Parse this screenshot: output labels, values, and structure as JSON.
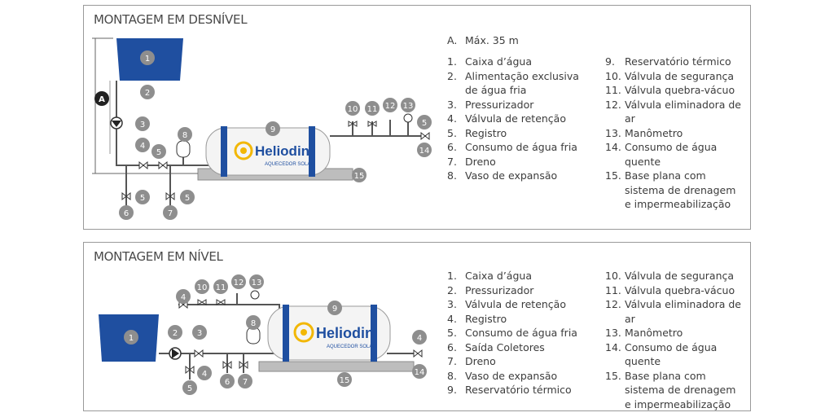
{
  "top": {
    "title": "MONTAGEM EM DESNÍVEL",
    "brand": {
      "name": "Heliodin",
      "tagline": "AQUECEDOR SOLAR"
    },
    "note": {
      "key": "A.",
      "text": "Máx. 35 m"
    },
    "marker_a": "A",
    "callouts": [
      "1",
      "2",
      "3",
      "4",
      "5",
      "5",
      "5",
      "5",
      "6",
      "7",
      "8",
      "9",
      "10",
      "11",
      "12",
      "13",
      "14",
      "15"
    ],
    "legend_left": [
      {
        "num": "1.",
        "text": "Caixa d’água"
      },
      {
        "num": "2.",
        "text": "Alimentação exclusiva de água fria"
      },
      {
        "num": "3.",
        "text": "Pressurizador"
      },
      {
        "num": "4.",
        "text": "Válvula de retenção"
      },
      {
        "num": "5.",
        "text": "Registro"
      },
      {
        "num": "6.",
        "text": "Consumo de água fria"
      },
      {
        "num": "7.",
        "text": "Dreno"
      },
      {
        "num": "8.",
        "text": "Vaso de expansão"
      }
    ],
    "legend_right": [
      {
        "num": "9.",
        "text": "Reservatório térmico"
      },
      {
        "num": "10.",
        "text": "Válvula de segurança"
      },
      {
        "num": "11.",
        "text": "Válvula quebra-vácuo"
      },
      {
        "num": "12.",
        "text": "Válvula eliminadora de ar"
      },
      {
        "num": "13.",
        "text": "Manômetro"
      },
      {
        "num": "14.",
        "text": "Consumo de água quente"
      },
      {
        "num": "15.",
        "text": "Base plana com sistema de drenagem e impermeabilização"
      }
    ]
  },
  "bottom": {
    "title": "MONTAGEM EM NÍVEL",
    "brand": {
      "name": "Heliodin",
      "tagline": "AQUECEDOR SOLAR"
    },
    "callouts": [
      "1",
      "2",
      "3",
      "4",
      "4",
      "4",
      "5",
      "6",
      "7",
      "8",
      "9",
      "10",
      "11",
      "12",
      "13",
      "14",
      "15"
    ],
    "legend_left": [
      {
        "num": "1.",
        "text": "Caixa d’água"
      },
      {
        "num": "2.",
        "text": "Pressurizador"
      },
      {
        "num": "3.",
        "text": "Válvula de retenção"
      },
      {
        "num": "4.",
        "text": "Registro"
      },
      {
        "num": "5.",
        "text": "Consumo de água fria"
      },
      {
        "num": "6.",
        "text": "Saída Coletores"
      },
      {
        "num": "7.",
        "text": "Dreno"
      },
      {
        "num": "8.",
        "text": "Vaso de expansão"
      },
      {
        "num": "9.",
        "text": "Reservatório térmico"
      }
    ],
    "legend_right": [
      {
        "num": "10.",
        "text": "Válvula de segurança"
      },
      {
        "num": "11.",
        "text": "Válvula quebra-vácuo"
      },
      {
        "num": "12.",
        "text": "Válvula eliminadora de ar"
      },
      {
        "num": "13.",
        "text": "Manômetro"
      },
      {
        "num": "14.",
        "text": "Consumo de água quente"
      },
      {
        "num": "15.",
        "text": "Base plana com sistema de drenagem e impermeabilização"
      }
    ]
  },
  "colors": {
    "tank_blue": "#1f4fa0",
    "callout_gray": "#8e8e8e",
    "brand_yellow": "#f2b705",
    "pipe": "#555555"
  }
}
